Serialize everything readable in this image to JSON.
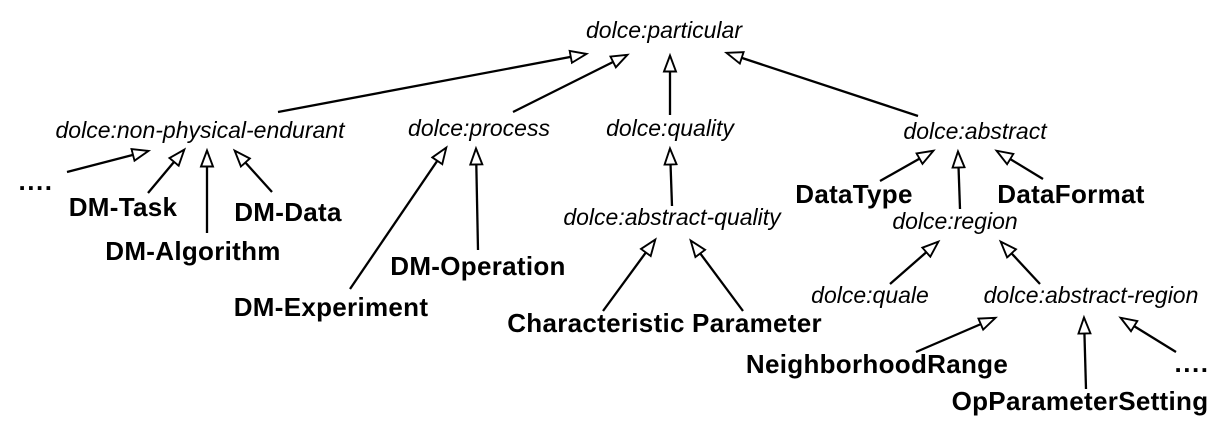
{
  "diagram": {
    "type": "class-hierarchy",
    "arrow_style": "hollow-triangle-generalization",
    "colors": {
      "background": "#ffffff",
      "text": "#000000",
      "line": "#000000"
    },
    "nodes": [
      {
        "id": "dolce-particular",
        "label": "dolce:particular",
        "kind": "dolce-class"
      },
      {
        "id": "dolce-non-physical-endurant",
        "label": "dolce:non-physical-endurant",
        "kind": "dolce-class"
      },
      {
        "id": "dolce-process",
        "label": "dolce:process",
        "kind": "dolce-class"
      },
      {
        "id": "dolce-quality",
        "label": "dolce:quality",
        "kind": "dolce-class"
      },
      {
        "id": "dolce-abstract",
        "label": "dolce:abstract",
        "kind": "dolce-class"
      },
      {
        "id": "ellipsis-left",
        "label": "....",
        "kind": "ellipsis"
      },
      {
        "id": "dm-task",
        "label": "DM-Task",
        "kind": "dm-class"
      },
      {
        "id": "dm-algorithm",
        "label": "DM-Algorithm",
        "kind": "dm-class"
      },
      {
        "id": "dm-data",
        "label": "DM-Data",
        "kind": "dm-class"
      },
      {
        "id": "dm-operation",
        "label": "DM-Operation",
        "kind": "dm-class"
      },
      {
        "id": "dm-experiment",
        "label": "DM-Experiment",
        "kind": "dm-class"
      },
      {
        "id": "dolce-abstract-quality",
        "label": "dolce:abstract-quality",
        "kind": "dolce-class"
      },
      {
        "id": "characteristic",
        "label": "Characteristic",
        "kind": "dm-class"
      },
      {
        "id": "parameter",
        "label": "Parameter",
        "kind": "dm-class"
      },
      {
        "id": "datatype",
        "label": "DataType",
        "kind": "dm-class"
      },
      {
        "id": "dataformat",
        "label": "DataFormat",
        "kind": "dm-class"
      },
      {
        "id": "dolce-region",
        "label": "dolce:region",
        "kind": "dolce-class"
      },
      {
        "id": "dolce-quale",
        "label": "dolce:quale",
        "kind": "dolce-class"
      },
      {
        "id": "dolce-abstract-region",
        "label": "dolce:abstract-region",
        "kind": "dolce-class"
      },
      {
        "id": "neighborhoodrange",
        "label": "NeighborhoodRange",
        "kind": "dm-class"
      },
      {
        "id": "opparametersetting",
        "label": "OpParameterSetting",
        "kind": "dm-class"
      },
      {
        "id": "ellipsis-right",
        "label": "....",
        "kind": "ellipsis"
      }
    ],
    "edges": [
      {
        "from": "dolce-non-physical-endurant",
        "to": "dolce-particular"
      },
      {
        "from": "dolce-process",
        "to": "dolce-particular"
      },
      {
        "from": "dolce-quality",
        "to": "dolce-particular"
      },
      {
        "from": "dolce-abstract",
        "to": "dolce-particular"
      },
      {
        "from": "ellipsis-left",
        "to": "dolce-non-physical-endurant"
      },
      {
        "from": "dm-task",
        "to": "dolce-non-physical-endurant"
      },
      {
        "from": "dm-algorithm",
        "to": "dolce-non-physical-endurant"
      },
      {
        "from": "dm-data",
        "to": "dolce-non-physical-endurant"
      },
      {
        "from": "dm-experiment",
        "to": "dolce-process"
      },
      {
        "from": "dm-operation",
        "to": "dolce-process"
      },
      {
        "from": "dolce-abstract-quality",
        "to": "dolce-quality"
      },
      {
        "from": "characteristic",
        "to": "dolce-abstract-quality"
      },
      {
        "from": "parameter",
        "to": "dolce-abstract-quality"
      },
      {
        "from": "datatype",
        "to": "dolce-abstract"
      },
      {
        "from": "dolce-region",
        "to": "dolce-abstract"
      },
      {
        "from": "dataformat",
        "to": "dolce-abstract"
      },
      {
        "from": "dolce-quale",
        "to": "dolce-region"
      },
      {
        "from": "dolce-abstract-region",
        "to": "dolce-region"
      },
      {
        "from": "neighborhoodrange",
        "to": "dolce-abstract-region"
      },
      {
        "from": "opparametersetting",
        "to": "dolce-abstract-region"
      },
      {
        "from": "ellipsis-right",
        "to": "dolce-abstract-region"
      }
    ]
  }
}
